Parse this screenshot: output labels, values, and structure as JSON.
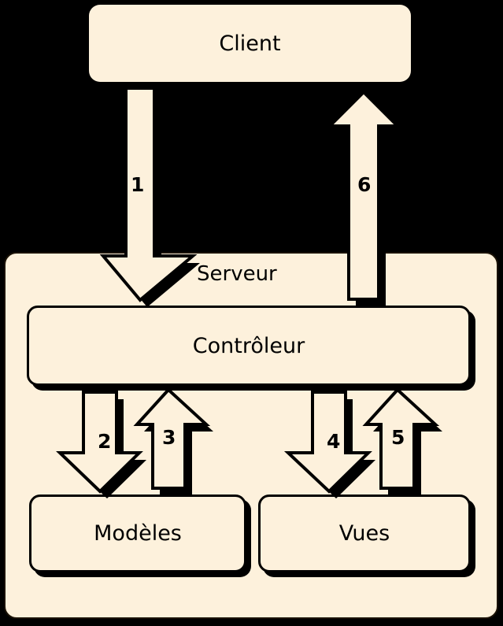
{
  "diagram": {
    "title_text": "",
    "background_color": "#000000",
    "fill_color": "#FDF1DC",
    "stroke_color": "#000000",
    "shadow_color": "#000000"
  },
  "nodes": {
    "client": {
      "label": "Client"
    },
    "serveur": {
      "label": "Serveur"
    },
    "controleur": {
      "label": "Contrôleur"
    },
    "modeles": {
      "label": "Modèles"
    },
    "vues": {
      "label": "Vues"
    }
  },
  "arrows": [
    {
      "id": "arrow-1",
      "label": "1",
      "direction": "down",
      "from": "Client",
      "to": "Contrôleur"
    },
    {
      "id": "arrow-2",
      "label": "2",
      "direction": "down",
      "from": "Contrôleur",
      "to": "Modèles"
    },
    {
      "id": "arrow-3",
      "label": "3",
      "direction": "up",
      "from": "Modèles",
      "to": "Contrôleur"
    },
    {
      "id": "arrow-4",
      "label": "4",
      "direction": "down",
      "from": "Contrôleur",
      "to": "Vues"
    },
    {
      "id": "arrow-5",
      "label": "5",
      "direction": "up",
      "from": "Vues",
      "to": "Contrôleur"
    },
    {
      "id": "arrow-6",
      "label": "6",
      "direction": "up",
      "from": "Serveur",
      "to": "Client"
    }
  ]
}
